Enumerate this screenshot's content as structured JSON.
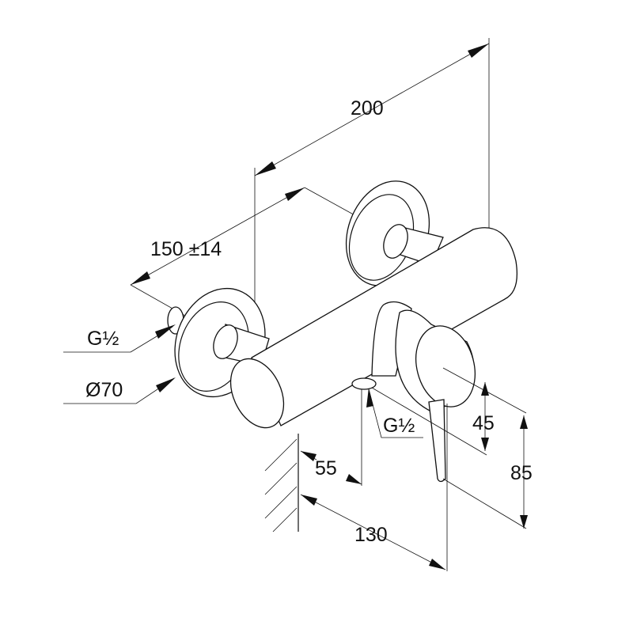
{
  "title": "Shower mixer dimension drawing",
  "dimensions": {
    "overall_width": "200",
    "connection_centers": "150 ±14",
    "wall_thread": "G½",
    "rosette_diameter": "Ø70",
    "outlet_thread": "G½",
    "outlet_height": "45",
    "lever_height": "85",
    "wall_to_outlet": "55",
    "projection": "130"
  },
  "colors": {
    "line": "#111111",
    "background": "#ffffff"
  }
}
